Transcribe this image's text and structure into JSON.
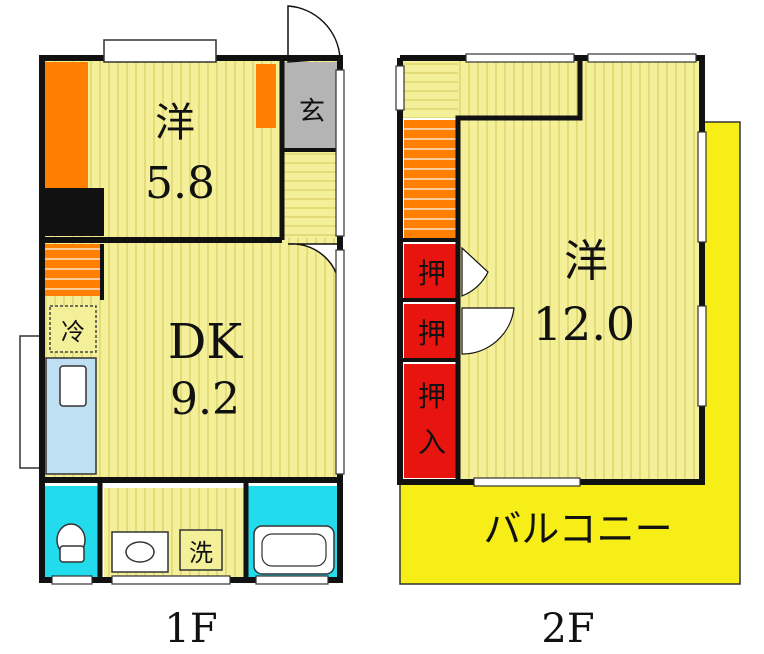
{
  "floor1": {
    "caption": "1F",
    "rooms": {
      "western": {
        "name": "洋",
        "size": "5.8"
      },
      "entrance": {
        "name": "玄"
      },
      "dk": {
        "name": "DK",
        "size": "9.2"
      },
      "fridge": {
        "name": "冷"
      },
      "washer": {
        "name": "洗"
      }
    }
  },
  "floor2": {
    "caption": "2F",
    "rooms": {
      "western": {
        "name": "洋",
        "size": "12.0"
      },
      "closet1": {
        "name": "押"
      },
      "closet2": {
        "name": "押"
      },
      "closet3": {
        "name": "押入"
      },
      "balcony": {
        "name": "バルコニー"
      }
    }
  },
  "colors": {
    "floor": "#f4f09a",
    "stripe": "#d8cf62",
    "wall": "#111111",
    "storage": "#ff7f00",
    "closet": "#e8140f",
    "wet": "#22dcee",
    "balcony": "#f6ee16",
    "entrance": "#b4b4b4"
  }
}
